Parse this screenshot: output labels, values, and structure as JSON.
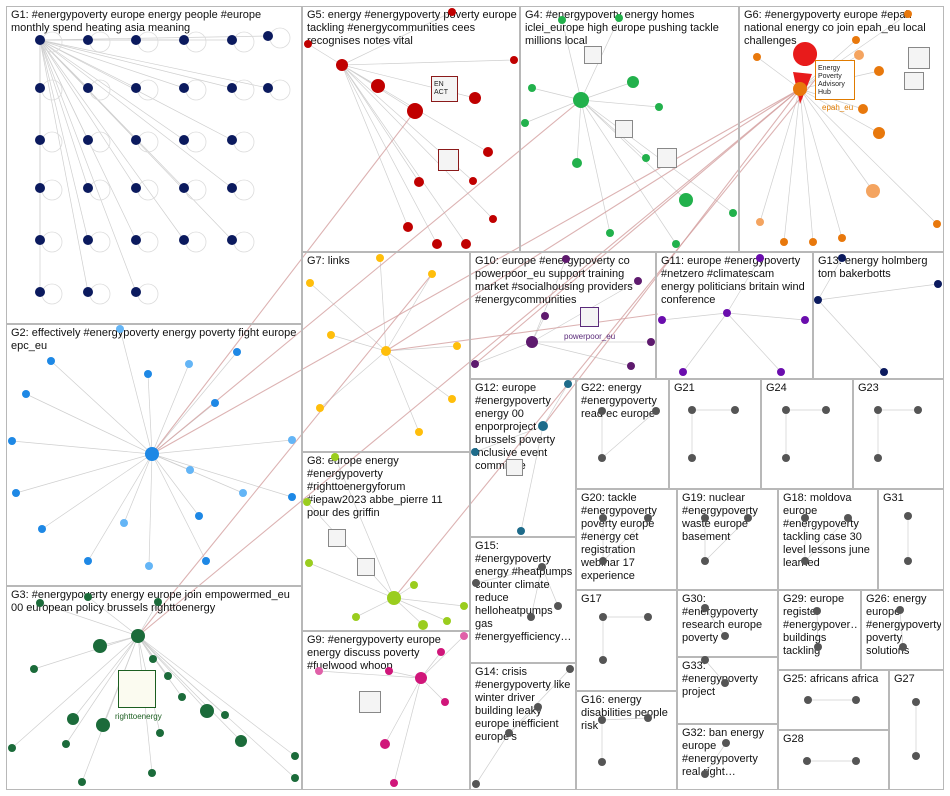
{
  "groups": [
    {
      "id": "G1",
      "label": "G1: #energypoverty europe energy people #europe monthly spend heating asia meaning"
    },
    {
      "id": "G2",
      "label": "G2: effectively #energypoverty energy poverty fight europe epc_eu"
    },
    {
      "id": "G3",
      "label": "G3: #energypoverty energy europe join empowermed_eu 00 european policy brussels righttoenergy"
    },
    {
      "id": "G4",
      "label": "G4: #energypoverty energy homes iclei_europe high europe pushing tackle millions local"
    },
    {
      "id": "G5",
      "label": "G5: energy #energypoverty poverty europe tackling #energycommunities cees recognises notes vital"
    },
    {
      "id": "G6",
      "label": "G6: #energypoverty europe #epah national energy co join epah_eu local challenges"
    },
    {
      "id": "G7",
      "label": "G7: links"
    },
    {
      "id": "G8",
      "label": "G8: europe energy #energypoverty #righttoenergyforum #iepaw2023 abbe_pierre 11 pour des griffin"
    },
    {
      "id": "G9",
      "label": "G9: #energypoverty europe energy discuss poverty #fuelwood whoop"
    },
    {
      "id": "G10",
      "label": "G10: europe #energypoverty co powerpoor_eu support training market #socialhousing providers #energycommunities"
    },
    {
      "id": "G11",
      "label": "G11: europe #energypoverty #netzero #climatescam energy politicians britain wind conference"
    },
    {
      "id": "G12",
      "label": "G12: europe #energypoverty energy 00 enporproject brussels poverty inclusive event committee"
    },
    {
      "id": "G13",
      "label": "G13: energy holmberg tom bakerbotts"
    },
    {
      "id": "G14",
      "label": "G14: crisis #energypoverty like winter driver building leaky europe inefficient europe's"
    },
    {
      "id": "G15",
      "label": "G15: #energypoverty energy #heatpumps counter climate reduce hellοheatpumps gas #energyefficiency…"
    },
    {
      "id": "G16",
      "label": "G16: energy disabilities people risk"
    },
    {
      "id": "G17",
      "label": "G17"
    },
    {
      "id": "G18",
      "label": "G18: moldova europe #energypoverty tackling case 30 level lessons june learned"
    },
    {
      "id": "G19",
      "label": "G19: nuclear #energypoverty waste europe basement"
    },
    {
      "id": "G20",
      "label": "G20: tackle #energypoverty poverty europe #energy cet registration webinar 17 experience"
    },
    {
      "id": "G21",
      "label": "G21"
    },
    {
      "id": "G22",
      "label": "G22: energy #energypoverty read ec europe"
    },
    {
      "id": "G23",
      "label": "G23"
    },
    {
      "id": "G24",
      "label": "G24"
    },
    {
      "id": "G25",
      "label": "G25: africans africa"
    },
    {
      "id": "G26",
      "label": "G26: energy europe #energypoverty poverty solutions"
    },
    {
      "id": "G27",
      "label": "G27"
    },
    {
      "id": "G28",
      "label": "G28"
    },
    {
      "id": "G29",
      "label": "G29: europe register #energypover… buildings tackling"
    },
    {
      "id": "G30",
      "label": "G30: #energypoverty research europe poverty"
    },
    {
      "id": "G31",
      "label": "G31"
    },
    {
      "id": "G32",
      "label": "G32: ban energy europe #energypoverty real right…"
    },
    {
      "id": "G33",
      "label": "G33: #energypoverty project"
    }
  ],
  "image_nodes": [
    {
      "id": "enact",
      "text": "EN ACT"
    },
    {
      "id": "epah",
      "text": "Energy Poverty Advisory Hub",
      "label": "epah_eu"
    },
    {
      "id": "righttoenergy",
      "label": "righttoenergy"
    },
    {
      "id": "powerpoor",
      "label": "powerpoor_eu"
    }
  ],
  "colors": {
    "G1": "#0b1a5e",
    "G2": "#1e88e5",
    "G3": "#1b6b3a",
    "G4": "#22b14c",
    "G5": "#c00000",
    "G6": "#e8780c",
    "G7": "#ffbe0b",
    "G8": "#9acd1e",
    "G9": "#d0167a",
    "G10": "#5e1a6e",
    "G11": "#6a0dad",
    "G12": "#1e6b8a",
    "G13": "#0b1a5e",
    "edge": "#cfcfcf",
    "cross_edge": "#d4a0a0"
  }
}
